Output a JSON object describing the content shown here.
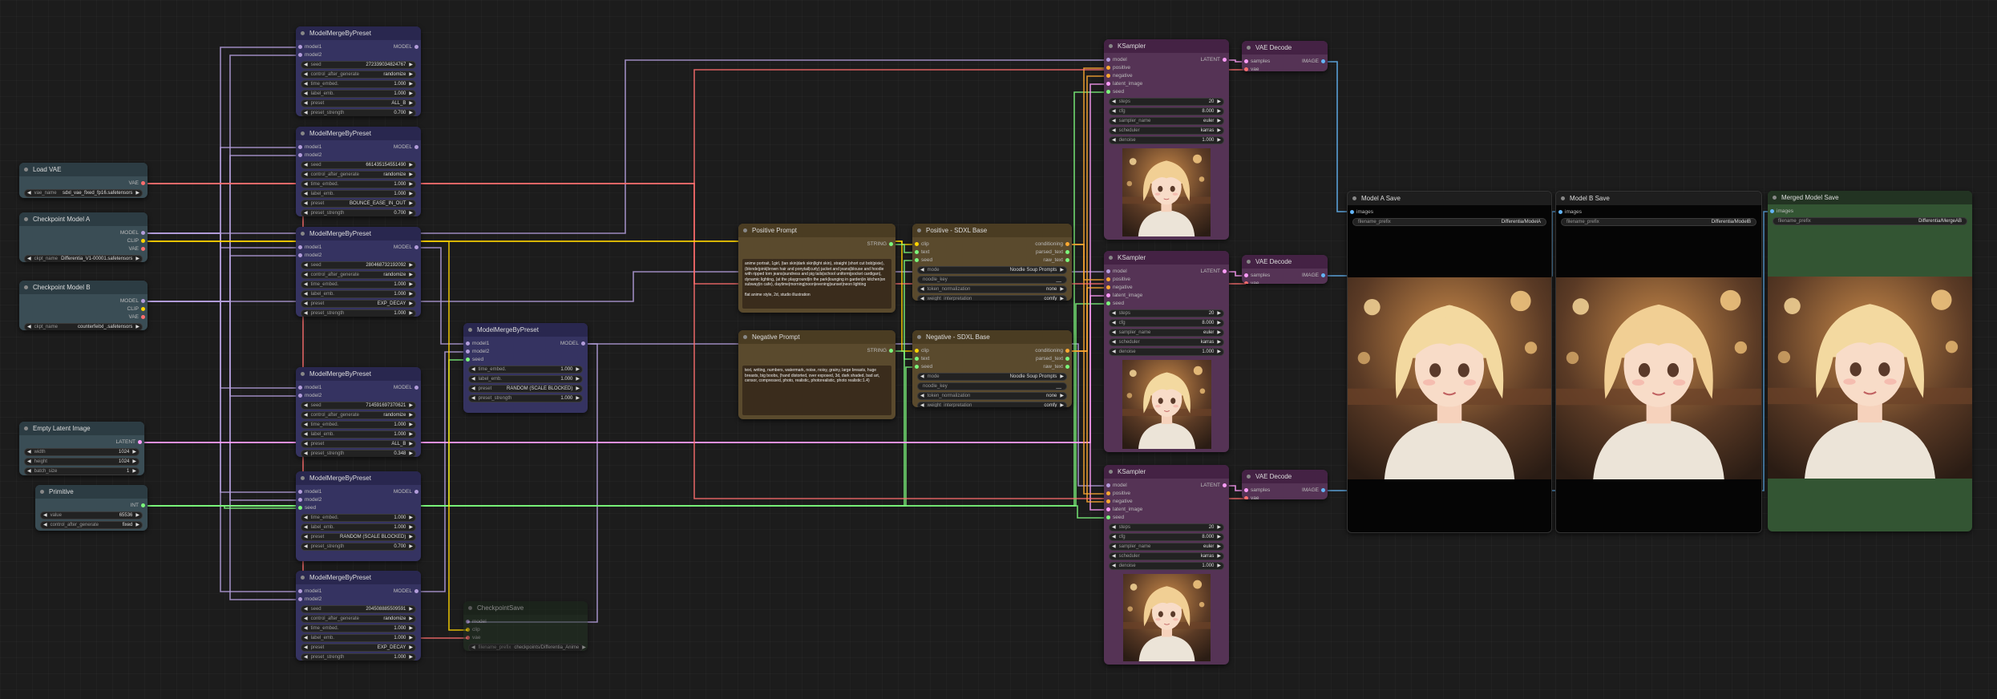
{
  "colors": {
    "MODEL": "#b39ddb",
    "CLIP": "#ffd500",
    "VAE": "#ff6e6e",
    "LATENT": "#ff9cf9",
    "INT": "#7cf87c",
    "STRING": "#7cf87c",
    "CONDITIONING": "#ffa931",
    "IMAGE": "#64b5f6"
  },
  "nodes": {
    "load_vae": {
      "title": "Load VAE",
      "inputs": [],
      "outputs": [
        {
          "name": "VAE",
          "type": "VAE"
        }
      ],
      "widgets": [
        {
          "name": "vae_name",
          "value": "sdxl_vae_fixed_fp16.safetensors"
        }
      ]
    },
    "ckpt_a": {
      "title": "Checkpoint Model A",
      "inputs": [],
      "outputs": [
        {
          "name": "MODEL",
          "type": "MODEL"
        },
        {
          "name": "CLIP",
          "type": "CLIP"
        },
        {
          "name": "VAE",
          "type": "VAE"
        }
      ],
      "widgets": [
        {
          "name": "ckpt_name",
          "value": "Differentia_V1-00001.safetensors"
        }
      ]
    },
    "ckpt_b": {
      "title": "Checkpoint Model B",
      "inputs": [],
      "outputs": [
        {
          "name": "MODEL",
          "type": "MODEL"
        },
        {
          "name": "CLIP",
          "type": "CLIP"
        },
        {
          "name": "VAE",
          "type": "VAE"
        }
      ],
      "widgets": [
        {
          "name": "ckpt_name",
          "value": "counterfeitxl_.safetensors"
        }
      ]
    },
    "latent": {
      "title": "Empty Latent Image",
      "inputs": [],
      "outputs": [
        {
          "name": "LATENT",
          "type": "LATENT"
        }
      ],
      "widgets": [
        {
          "name": "width",
          "value": "1024"
        },
        {
          "name": "height",
          "value": "1024"
        },
        {
          "name": "batch_size",
          "value": "1"
        }
      ]
    },
    "primitive": {
      "title": "Primitive",
      "inputs": [],
      "outputs": [
        {
          "name": "INT",
          "type": "INT"
        }
      ],
      "widgets": [
        {
          "name": "value",
          "value": "65536"
        },
        {
          "name": "control_after_generate",
          "value": "fixed"
        }
      ]
    },
    "mm1": {
      "title": "ModelMergeByPreset",
      "inputs": [
        {
          "name": "model1",
          "type": "MODEL"
        },
        {
          "name": "model2",
          "type": "MODEL"
        }
      ],
      "outputs": [
        {
          "name": "MODEL",
          "type": "MODEL"
        }
      ],
      "widgets": [
        {
          "name": "seed",
          "value": "272339034824767"
        },
        {
          "name": "control_after_generate",
          "value": "randomize"
        },
        {
          "name": "time_embed.",
          "value": "1.000"
        },
        {
          "name": "label_emb.",
          "value": "1.000"
        },
        {
          "name": "preset",
          "value": "ALL_B"
        },
        {
          "name": "preset_strength",
          "value": "0.700"
        }
      ]
    },
    "mm2": {
      "title": "ModelMergeByPreset",
      "inputs": [
        {
          "name": "model1",
          "type": "MODEL"
        },
        {
          "name": "model2",
          "type": "MODEL"
        }
      ],
      "outputs": [
        {
          "name": "MODEL",
          "type": "MODEL"
        }
      ],
      "widgets": [
        {
          "name": "seed",
          "value": "661435154551490"
        },
        {
          "name": "control_after_generate",
          "value": "randomize"
        },
        {
          "name": "time_embed.",
          "value": "1.000"
        },
        {
          "name": "label_emb.",
          "value": "1.000"
        },
        {
          "name": "preset",
          "value": "BOUNCE_EASE_IN_OUT"
        },
        {
          "name": "preset_strength",
          "value": "0.700"
        }
      ]
    },
    "mm3": {
      "title": "ModelMergeByPreset",
      "inputs": [
        {
          "name": "model1",
          "type": "MODEL"
        },
        {
          "name": "model2",
          "type": "MODEL"
        }
      ],
      "outputs": [
        {
          "name": "MODEL",
          "type": "MODEL"
        }
      ],
      "widgets": [
        {
          "name": "seed",
          "value": "280468732192092"
        },
        {
          "name": "control_after_generate",
          "value": "randomize"
        },
        {
          "name": "time_embed.",
          "value": "1.000"
        },
        {
          "name": "label_emb.",
          "value": "1.000"
        },
        {
          "name": "preset",
          "value": "EXP_DECAY"
        },
        {
          "name": "preset_strength",
          "value": "1.000"
        }
      ]
    },
    "mm4": {
      "title": "ModelMergeByPreset",
      "inputs": [
        {
          "name": "model1",
          "type": "MODEL"
        },
        {
          "name": "model2",
          "type": "MODEL"
        }
      ],
      "outputs": [
        {
          "name": "MODEL",
          "type": "MODEL"
        }
      ],
      "widgets": [
        {
          "name": "seed",
          "value": "714591697370621"
        },
        {
          "name": "control_after_generate",
          "value": "randomize"
        },
        {
          "name": "time_embed.",
          "value": "1.000"
        },
        {
          "name": "label_emb.",
          "value": "1.000"
        },
        {
          "name": "preset",
          "value": "ALL_B"
        },
        {
          "name": "preset_strength",
          "value": "0.348"
        }
      ]
    },
    "mm5": {
      "title": "ModelMergeByPreset",
      "inputs": [
        {
          "name": "model1",
          "type": "MODEL"
        },
        {
          "name": "model2",
          "type": "MODEL"
        },
        {
          "name": "seed",
          "type": "INT"
        }
      ],
      "outputs": [
        {
          "name": "MODEL",
          "type": "MODEL"
        }
      ],
      "widgets": [
        {
          "name": "time_embed.",
          "value": "1.000"
        },
        {
          "name": "label_emb.",
          "value": "1.000"
        },
        {
          "name": "preset",
          "value": "RANDOM (SCALE BLOCKED)"
        },
        {
          "name": "preset_strength",
          "value": "0.700"
        }
      ]
    },
    "mm6": {
      "title": "ModelMergeByPreset",
      "inputs": [
        {
          "name": "model1",
          "type": "MODEL"
        },
        {
          "name": "model2",
          "type": "MODEL"
        }
      ],
      "outputs": [
        {
          "name": "MODEL",
          "type": "MODEL"
        }
      ],
      "widgets": [
        {
          "name": "seed",
          "value": "204508885509591"
        },
        {
          "name": "control_after_generate",
          "value": "randomize"
        },
        {
          "name": "time_embed.",
          "value": "1.000"
        },
        {
          "name": "label_emb.",
          "value": "1.000"
        },
        {
          "name": "preset",
          "value": "EXP_DECAY"
        },
        {
          "name": "preset_strength",
          "value": "1.000"
        }
      ]
    },
    "mm_center": {
      "title": "ModelMergeByPreset",
      "inputs": [
        {
          "name": "model1",
          "type": "MODEL"
        },
        {
          "name": "model2",
          "type": "MODEL"
        },
        {
          "name": "seed",
          "type": "INT"
        }
      ],
      "outputs": [
        {
          "name": "MODEL",
          "type": "MODEL"
        }
      ],
      "widgets": [
        {
          "name": "time_embed.",
          "value": "1.000"
        },
        {
          "name": "label_emb.",
          "value": "1.000"
        },
        {
          "name": "preset",
          "value": "RANDOM (SCALE BLOCKED)"
        },
        {
          "name": "preset_strength",
          "value": "1.000"
        }
      ]
    },
    "ckpt_save": {
      "title": "CheckpointSave",
      "inputs": [
        {
          "name": "model",
          "type": "MODEL"
        },
        {
          "name": "clip",
          "type": "CLIP"
        },
        {
          "name": "vae",
          "type": "VAE"
        }
      ],
      "outputs": [],
      "widgets": [
        {
          "name": "filename_prefix",
          "value": "checkpoints/Differentia_Anime"
        }
      ]
    },
    "pos_prompt": {
      "title": "Positive Prompt",
      "inputs": [],
      "outputs": [
        {
          "name": "STRING",
          "type": "STRING"
        }
      ],
      "widgets": [],
      "text": "anime portrait, 1girl, (tan skin|dark skin|light skin), straight (short cut bob|pixie), (blonde|pink|brown hair and ponytail|curly) jacket and jeans|blouse and hoodie with ripped torn jeans|sundress and pig tails|school uniform|pocket cardigan), dynamic lighting, (at the playground|in the park|lounging in garden|in kitchen|on subway|in cafe), daytime|morning|noon|evening|sunset|neon lighting\n\nflat anime style, 2d, studio illustration"
    },
    "neg_prompt": {
      "title": "Negative Prompt",
      "inputs": [],
      "outputs": [
        {
          "name": "STRING",
          "type": "STRING"
        }
      ],
      "widgets": [],
      "text": "text, writing, numbers, watermark, noise, noisy, grainy, large breasts, huge breasts, big boobs, (hand distorted, over exposed, 3d, dark shaded, bad art, censor, compressed, photo, realistic, photorealistic, photo realistic:1.4)"
    },
    "pos_sdxl": {
      "title": "Positive - SDXL Base",
      "inputs": [
        {
          "name": "clip",
          "type": "CLIP"
        },
        {
          "name": "text",
          "type": "STRING"
        },
        {
          "name": "seed",
          "type": "INT"
        }
      ],
      "outputs": [
        {
          "name": "conditioning",
          "type": "CONDITIONING"
        },
        {
          "name": "parsed_text",
          "type": "STRING"
        },
        {
          "name": "raw_text",
          "type": "STRING"
        }
      ],
      "widgets": [
        {
          "name": "mode",
          "value": "Noodle Soup Prompts"
        },
        {
          "name": "noodle_key",
          "value": "__",
          "input": true
        },
        {
          "name": "token_normalization",
          "value": "none"
        },
        {
          "name": "weight_interpretation",
          "value": "comfy"
        }
      ]
    },
    "neg_sdxl": {
      "title": "Negative - SDXL Base",
      "inputs": [
        {
          "name": "clip",
          "type": "CLIP"
        },
        {
          "name": "text",
          "type": "STRING"
        },
        {
          "name": "seed",
          "type": "INT"
        }
      ],
      "outputs": [
        {
          "name": "conditioning",
          "type": "CONDITIONING"
        },
        {
          "name": "parsed_text",
          "type": "STRING"
        },
        {
          "name": "raw_text",
          "type": "STRING"
        }
      ],
      "widgets": [
        {
          "name": "mode",
          "value": "Noodle Soup Prompts"
        },
        {
          "name": "noodle_key",
          "value": "__",
          "input": true
        },
        {
          "name": "token_normalization",
          "value": "none"
        },
        {
          "name": "weight_interpretation",
          "value": "comfy"
        }
      ]
    },
    "ks1": {
      "title": "KSampler",
      "inputs": [
        {
          "name": "model",
          "type": "MODEL"
        },
        {
          "name": "positive",
          "type": "CONDITIONING"
        },
        {
          "name": "negative",
          "type": "CONDITIONING"
        },
        {
          "name": "latent_image",
          "type": "LATENT"
        },
        {
          "name": "seed",
          "type": "INT"
        }
      ],
      "outputs": [
        {
          "name": "LATENT",
          "type": "LATENT"
        }
      ],
      "widgets": [
        {
          "name": "steps",
          "value": "20"
        },
        {
          "name": "cfg",
          "value": "8.000"
        },
        {
          "name": "sampler_name",
          "value": "euler"
        },
        {
          "name": "scheduler",
          "value": "karras"
        },
        {
          "name": "denoise",
          "value": "1.000"
        }
      ]
    },
    "ks2": {
      "title": "KSampler",
      "inputs": [
        {
          "name": "model",
          "type": "MODEL"
        },
        {
          "name": "positive",
          "type": "CONDITIONING"
        },
        {
          "name": "negative",
          "type": "CONDITIONING"
        },
        {
          "name": "latent_image",
          "type": "LATENT"
        },
        {
          "name": "seed",
          "type": "INT"
        }
      ],
      "outputs": [
        {
          "name": "LATENT",
          "type": "LATENT"
        }
      ],
      "widgets": [
        {
          "name": "steps",
          "value": "20"
        },
        {
          "name": "cfg",
          "value": "8.000"
        },
        {
          "name": "sampler_name",
          "value": "euler"
        },
        {
          "name": "scheduler",
          "value": "karras"
        },
        {
          "name": "denoise",
          "value": "1.000"
        }
      ]
    },
    "ks3": {
      "title": "KSampler",
      "inputs": [
        {
          "name": "model",
          "type": "MODEL"
        },
        {
          "name": "positive",
          "type": "CONDITIONING"
        },
        {
          "name": "negative",
          "type": "CONDITIONING"
        },
        {
          "name": "latent_image",
          "type": "LATENT"
        },
        {
          "name": "seed",
          "type": "INT"
        }
      ],
      "outputs": [
        {
          "name": "LATENT",
          "type": "LATENT"
        }
      ],
      "widgets": [
        {
          "name": "steps",
          "value": "20"
        },
        {
          "name": "cfg",
          "value": "8.000"
        },
        {
          "name": "sampler_name",
          "value": "euler"
        },
        {
          "name": "scheduler",
          "value": "karras"
        },
        {
          "name": "denoise",
          "value": "1.000"
        }
      ]
    },
    "vae1": {
      "title": "VAE Decode",
      "inputs": [
        {
          "name": "samples",
          "type": "LATENT"
        },
        {
          "name": "vae",
          "type": "VAE"
        }
      ],
      "outputs": [
        {
          "name": "IMAGE",
          "type": "IMAGE"
        }
      ],
      "widgets": []
    },
    "vae2": {
      "title": "VAE Decode",
      "inputs": [
        {
          "name": "samples",
          "type": "LATENT"
        },
        {
          "name": "vae",
          "type": "VAE"
        }
      ],
      "outputs": [
        {
          "name": "IMAGE",
          "type": "IMAGE"
        }
      ],
      "widgets": []
    },
    "vae3": {
      "title": "VAE Decode",
      "inputs": [
        {
          "name": "samples",
          "type": "LATENT"
        },
        {
          "name": "vae",
          "type": "VAE"
        }
      ],
      "outputs": [
        {
          "name": "IMAGE",
          "type": "IMAGE"
        }
      ],
      "widgets": []
    },
    "save_a": {
      "title": "Model A Save",
      "inputs": [
        {
          "name": "images",
          "type": "IMAGE"
        }
      ],
      "outputs": [],
      "widgets": [
        {
          "name": "filename_prefix",
          "value": "Differentia/ModelA",
          "input": true
        }
      ]
    },
    "save_b": {
      "title": "Model B Save",
      "inputs": [
        {
          "name": "images",
          "type": "IMAGE"
        }
      ],
      "outputs": [],
      "widgets": [
        {
          "name": "filename_prefix",
          "value": "Differentia/ModelB",
          "input": true
        }
      ]
    },
    "save_m": {
      "title": "Merged Model Save",
      "inputs": [
        {
          "name": "images",
          "type": "IMAGE"
        }
      ],
      "outputs": [],
      "widgets": [
        {
          "name": "filename_prefix",
          "value": "Differentia/MergeAB",
          "input": true
        }
      ]
    }
  }
}
